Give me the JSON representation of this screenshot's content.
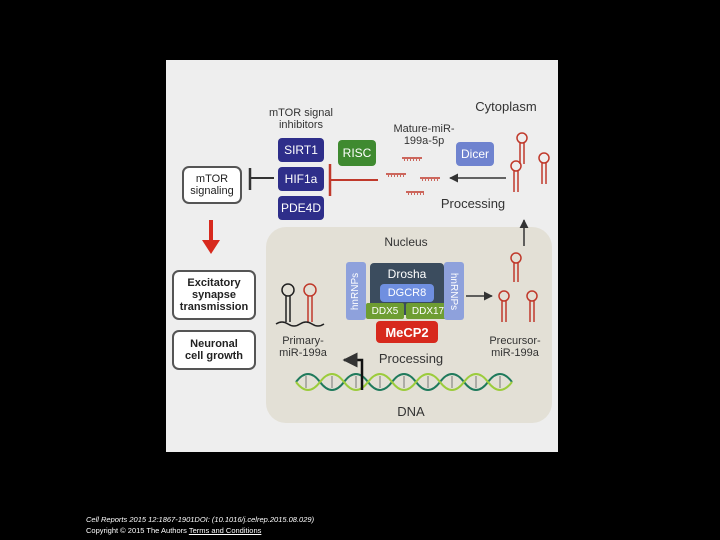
{
  "figure": {
    "cytoplasm_label": "Cytoplasm",
    "nucleus_label": "Nucleus",
    "dna_label": "DNA",
    "mtor_inhibitors_label": "mTOR signal inhibitors",
    "mature_mirna_label": "Mature-miR-199a-5p",
    "mtor_signaling_label": "mTOR signaling",
    "processing_cytoplasm_label": "Processing",
    "processing_nucleus_label": "Processing",
    "excitatory_label": "Excitatory synapse transmission",
    "neuronal_growth_label": "Neuronal cell growth",
    "primary_label": "Primary-miR-199a",
    "precursor_label": "Precursor-miR-199a",
    "inhibitors": [
      "SIRT1",
      "HIF1a",
      "PDE4D"
    ],
    "risc": "RISC",
    "dicer": "Dicer",
    "drosha": "Drosha",
    "dgcr8": "DGCR8",
    "ddx5": "DDX5",
    "ddx17": "DDX17",
    "mecp2": "MeCP2",
    "hnrnps_left": "hnRNPs",
    "hnrnps_right": "hnRNPs"
  },
  "footer": {
    "citation": "Cell Reports 2015 12:1867-1901DOI: (10.1016/j.celrep.2015.08.029)",
    "copyright": "Copyright © 2015 The Authors",
    "terms_link": "Terms and Conditions"
  },
  "colors": {
    "background": "#000000",
    "figure_bg": "#eeeeee",
    "nucleus_bg": "#e3e0d6",
    "inhibitor_blue": "#2e2e8a",
    "risc_green": "#3f8a30",
    "dicer_blue": "#6f83cf",
    "drosha_dark": "#3b4c5e",
    "dgcr8_blue": "#6f8fe0",
    "ddx_green": "#6e9d32",
    "mecp2_red": "#d7291d",
    "hnrnp_blue": "#8ea1dc",
    "inhibit_red": "#c0392b",
    "arrow_red": "#d7291d"
  }
}
